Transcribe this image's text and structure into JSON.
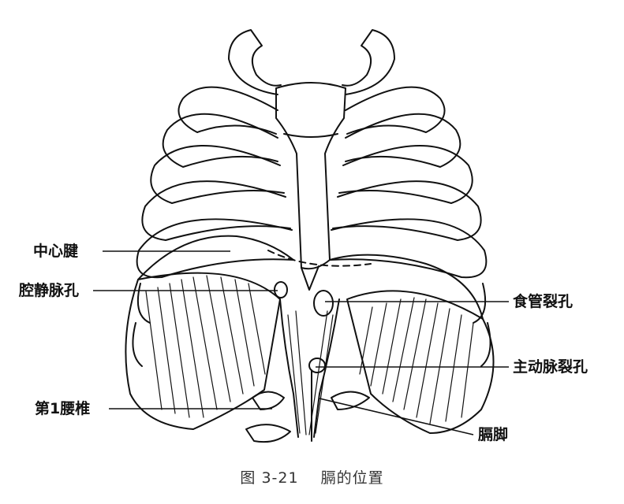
{
  "labels": {
    "central_tendon": "中心腱",
    "vena_caval_foramen": "腔静脉孔",
    "esophageal_hiatus": "食管裂孔",
    "aortic_hiatus": "主动脉裂孔",
    "l1_vertebra": "第1腰椎",
    "diaphragm_crus": "膈脚"
  },
  "caption": {
    "number": "图 3-21",
    "title": "膈的位置"
  },
  "colors": {
    "line": "#111111",
    "background": "#ffffff"
  }
}
